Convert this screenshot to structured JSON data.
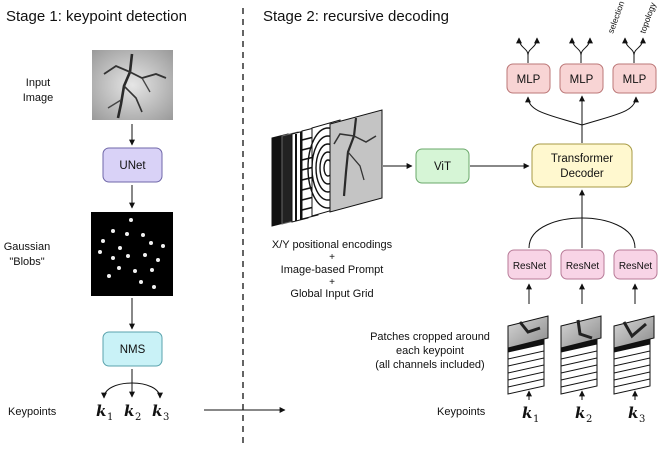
{
  "stage1": {
    "title": "Stage 1: keypoint detection",
    "input_label": [
      "Input",
      "Image"
    ],
    "unet": "UNet",
    "gaussian_label": [
      "Gaussian",
      "\"Blobs\""
    ],
    "nms": "NMS",
    "keypoints_label": "Keypoints",
    "k": [
      "k",
      "k",
      "k"
    ],
    "k_sub": [
      "1",
      "2",
      "3"
    ]
  },
  "stage2": {
    "title": "Stage 2: recursive decoding",
    "prompt_lines": [
      "X/Y positional encodings",
      "+",
      "Image-based Prompt",
      "+",
      "Global Input Grid"
    ],
    "vit": "ViT",
    "decoder": [
      "Transformer",
      "Decoder"
    ],
    "mlp": [
      "MLP",
      "MLP",
      "MLP"
    ],
    "resnet": [
      "ResNet",
      "ResNet",
      "ResNet"
    ],
    "patches_lines": [
      "Patches cropped around",
      "each keypoint",
      "(all channels included)"
    ],
    "keypoints_label": "Keypoints",
    "k": [
      "k",
      "k",
      "k"
    ],
    "k_sub": [
      "1",
      "2",
      "3"
    ],
    "out_labels": [
      "selection",
      "topology"
    ]
  },
  "colors": {
    "unet": "#d9d2f7",
    "nms": "#c9f2f7",
    "vit": "#d6f5d6",
    "decoder": "#fff8cf",
    "mlp": "#f8d4d4",
    "resnet": "#f8d4e6"
  }
}
